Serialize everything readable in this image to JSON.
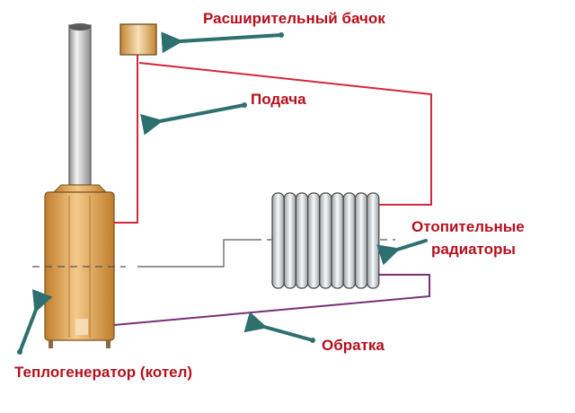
{
  "title": "Схема системы отопления",
  "labels": {
    "expansion_tank": "Расширительный бачок",
    "supply": "Подача",
    "radiators_line1": "Отопительные",
    "radiators_line2": "радиаторы",
    "return": "Обратка",
    "boiler": "Теплогенератор (котел)"
  },
  "colors": {
    "label_text": "#b5101c",
    "supply_pipe": "#d2283a",
    "return_pipe": "#7a2f7a",
    "arrow": "#2e6f6f",
    "boiler_body": "#d9a04a",
    "chimney": "#c8c8c8",
    "radiator": "#dfe3e6"
  },
  "radiator_sections": 9
}
